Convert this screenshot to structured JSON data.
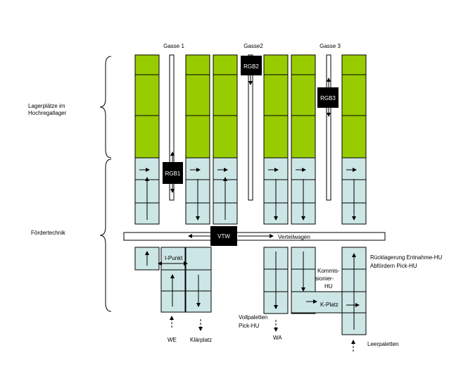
{
  "labels": {
    "gasse1": "Gasse 1",
    "gasse2": "Gasse2",
    "gasse3": "Gasse 3",
    "rgb1": "RGB1",
    "rgb2": "RGB2",
    "rgb3": "RGB3",
    "vtw": "VTW",
    "verteilwagen": "Verteilwagen",
    "lagerplaetze_line1": "Lagerplätze im",
    "lagerplaetze_line2": "Hochregallager",
    "foerdertechnik": "Fördertechnik",
    "i_punkt": "I-Punkt",
    "kommissionier_line1": "Kommis-",
    "kommissionier_line2": "sionier-",
    "kommissionier_line3": "HU",
    "k_platz": "K-Platz",
    "rueck_line1": "Rücklagerung Entnahme-HU",
    "rueck_line2": "Abfördern Pick-HU",
    "we": "WE",
    "klaerplatz": "Klärplatz",
    "voll_line1": "Vollpaletten",
    "voll_line2": "Pick-HU",
    "wa": "WA",
    "leerpaletten": "Leerpaletten"
  },
  "colors": {
    "storage_green": "#99cc00",
    "conveyor_blue": "#cce6e6",
    "machine_black": "#000000",
    "line": "#000000"
  }
}
